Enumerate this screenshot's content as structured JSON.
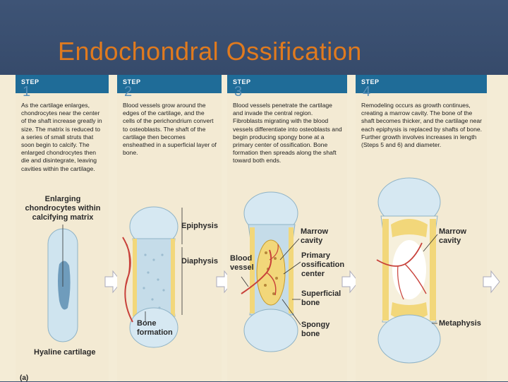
{
  "title": "Endochondral Ossification",
  "figure_letter": "(a)",
  "step_word": "STEP",
  "steps": [
    {
      "number": "1",
      "text": "As the cartilage enlarges, chondrocytes near the center of the shaft increase greatly in size. The matrix is reduced to a series of small struts that soon begin to calcify. The enlarged chondrocytes then die and disintegrate, leaving cavities within the cartilage.",
      "labels": [
        "Enlarging chondrocytes within calcifying matrix",
        "Hyaline cartilage"
      ]
    },
    {
      "number": "2",
      "text": "Blood vessels grow around the edges of the cartilage, and the cells of the perichondrium convert to osteoblasts. The shaft of the cartilage then becomes ensheathed in a superficial layer of bone.",
      "labels": [
        "Epiphysis",
        "Diaphysis",
        "Bone formation"
      ]
    },
    {
      "number": "3",
      "text": "Blood vessels penetrate the cartilage and invade the central region. Fibroblasts migrating with the blood vessels differentiate into osteoblasts and begin producing spongy bone at a primary center of ossification. Bone formation then spreads along the shaft toward both ends.",
      "labels": [
        "Marrow cavity",
        "Blood vessel",
        "Primary ossification center",
        "Superficial bone",
        "Spongy bone"
      ]
    },
    {
      "number": "4",
      "text": "Remodeling occurs as growth continues, creating a marrow cavity. The bone of the shaft becomes thicker, and the cartilage near each epiphysis is replaced by shafts of bone. Further growth involves increases in length (Steps 5 and 6) and diameter.",
      "labels": [
        "Marrow cavity",
        "Metaphysis"
      ]
    }
  ],
  "colors": {
    "background": "#34496b",
    "title": "#e07a1e",
    "panel": "#f3ead3",
    "header": "#1f6c98",
    "cartilage": "#cfe4ef",
    "bone": "#f2d77a",
    "vessel": "#c8413a"
  }
}
